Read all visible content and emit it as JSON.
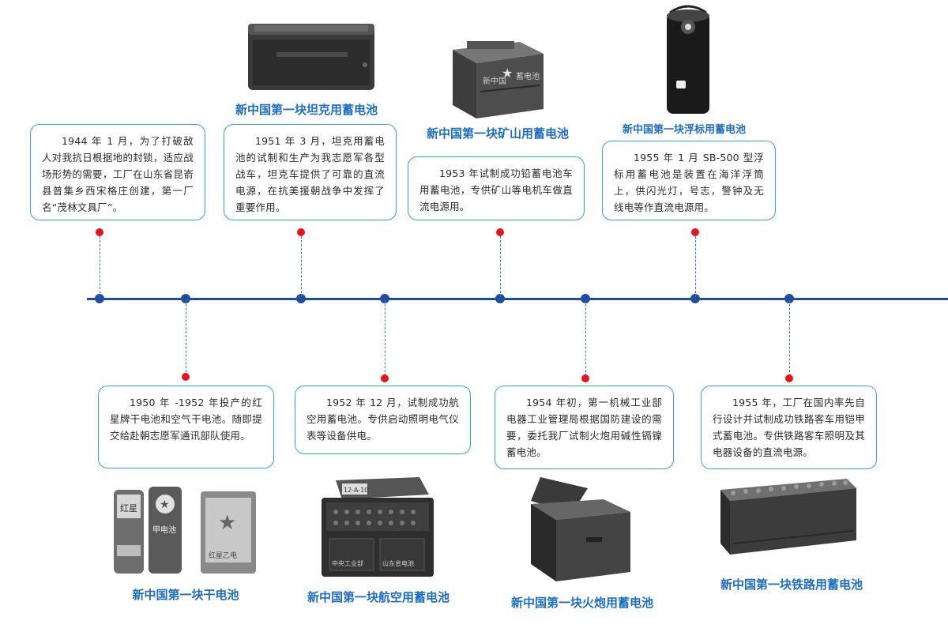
{
  "events": [
    {
      "text": "1944 年 1 月，为了打破敌人对我抗日根据地的封锁，适应战场形势的需要，工厂在山东省昆嵛县普集乡西宋格庄创建，第一厂名“茂林文具厂”。",
      "caption": ""
    },
    {
      "text": "1950 年 -1952 年投产的红星牌干电池和空气干电池。随即提交给赴朝志愿军通讯部队使用。",
      "caption": "新中国第一块干电池"
    },
    {
      "text": "1951 年 3 月，坦克用蓄电池的试制和生产为我志愿军各型战车，坦克车提供了可靠的直流电源，在抗美援朝战争中发挥了重要作用。",
      "caption": "新中国第一块坦克用蓄电池"
    },
    {
      "text": "1952 年 12 月，试制成功航空用蓄电池。专供启动照明电气仪表等设备供电。",
      "caption": "新中国第一块航空用蓄电池"
    },
    {
      "text": "1953 年试制成功铅蓄电池车用蓄电池，专供矿山等电机车做直流电源用。",
      "caption": "新中国第一块矿山用蓄电池"
    },
    {
      "text": "1954 年初，第一机械工业部电器工业管理局根据国防建设的需要，委托我厂试制火炮用碱性镉镍蓄电池。",
      "caption": "新中国第一块火炮用蓄电池"
    },
    {
      "text": "1955 年 1 月 SB-500 型浮标用蓄电池是装置在海洋浮筒上，供闪光灯，号志，警钟及无线电等作直流电源用。",
      "caption": "新中国第一块浮标用蓄电池"
    },
    {
      "text": "1955 年，工厂在国内率先自行设计并试制成功铁路客车用铠甲式蓄电池。专供铁路客车照明及其电器设备的直流电源。",
      "caption": "新中国第一块铁路用蓄电池"
    }
  ],
  "photo_marks": {
    "tank_battery": "",
    "mine_battery_left": "新中国",
    "mine_battery_right": "蓄电池",
    "buoy_battery": "",
    "aviation_top": "12-A-10",
    "aviation_left": "中央工业部",
    "aviation_right": "山东省电池",
    "dry_left": "红星",
    "dry_mid": "甲电池",
    "dry_right": "红星乙电"
  },
  "colors": {
    "axis": "#1e4f9c",
    "card_border": "#36a3dc",
    "caption": "#1d6dc2",
    "marker": "#e8141b"
  }
}
